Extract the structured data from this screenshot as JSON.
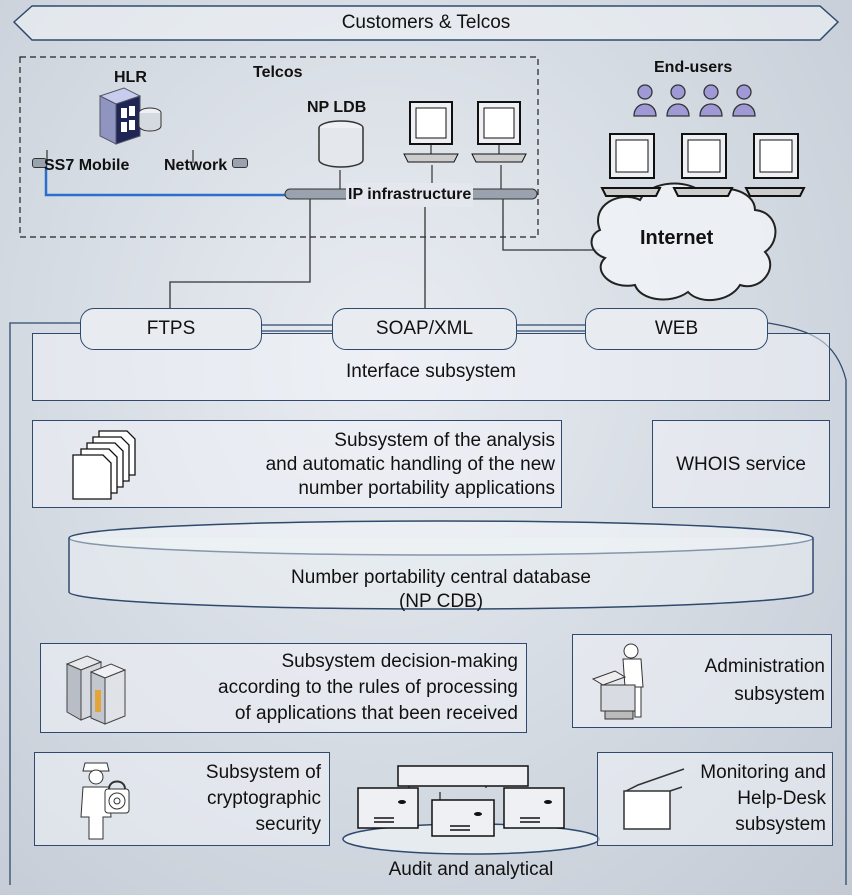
{
  "banner": "Customers & Telcos",
  "telcos": {
    "label": "Telcos",
    "hlr": "HLR",
    "np_ldb": "NP LDB",
    "ss7": "SS7 Mobile",
    "network": "Network",
    "ip_infra": "IP infrastructure"
  },
  "end_users": "End-users",
  "internet": "Internet",
  "interfaces": {
    "ftps": "FTPS",
    "soap": "SOAP/XML",
    "web": "WEB",
    "subsystem": "Interface subsystem"
  },
  "analysis": [
    "Subsystem of the analysis",
    "and automatic handling of the new",
    "number portability applications"
  ],
  "whois": "WHOIS service",
  "database": [
    "Number portability central database",
    "(NP CDB)"
  ],
  "decision": [
    "Subsystem decision-making",
    "according to the rules of processing",
    "of applications that been received"
  ],
  "administration": [
    "Administration",
    "subsystem"
  ],
  "crypto": [
    "Subsystem of",
    "cryptographic",
    "security"
  ],
  "monitoring": [
    "Monitoring and",
    "Help-Desk",
    "subsystem"
  ],
  "audit": "Audit and analytical",
  "colors": {
    "border": "#2f4a6e",
    "link": "#2a6fcc",
    "bg": "#d4dae2"
  }
}
